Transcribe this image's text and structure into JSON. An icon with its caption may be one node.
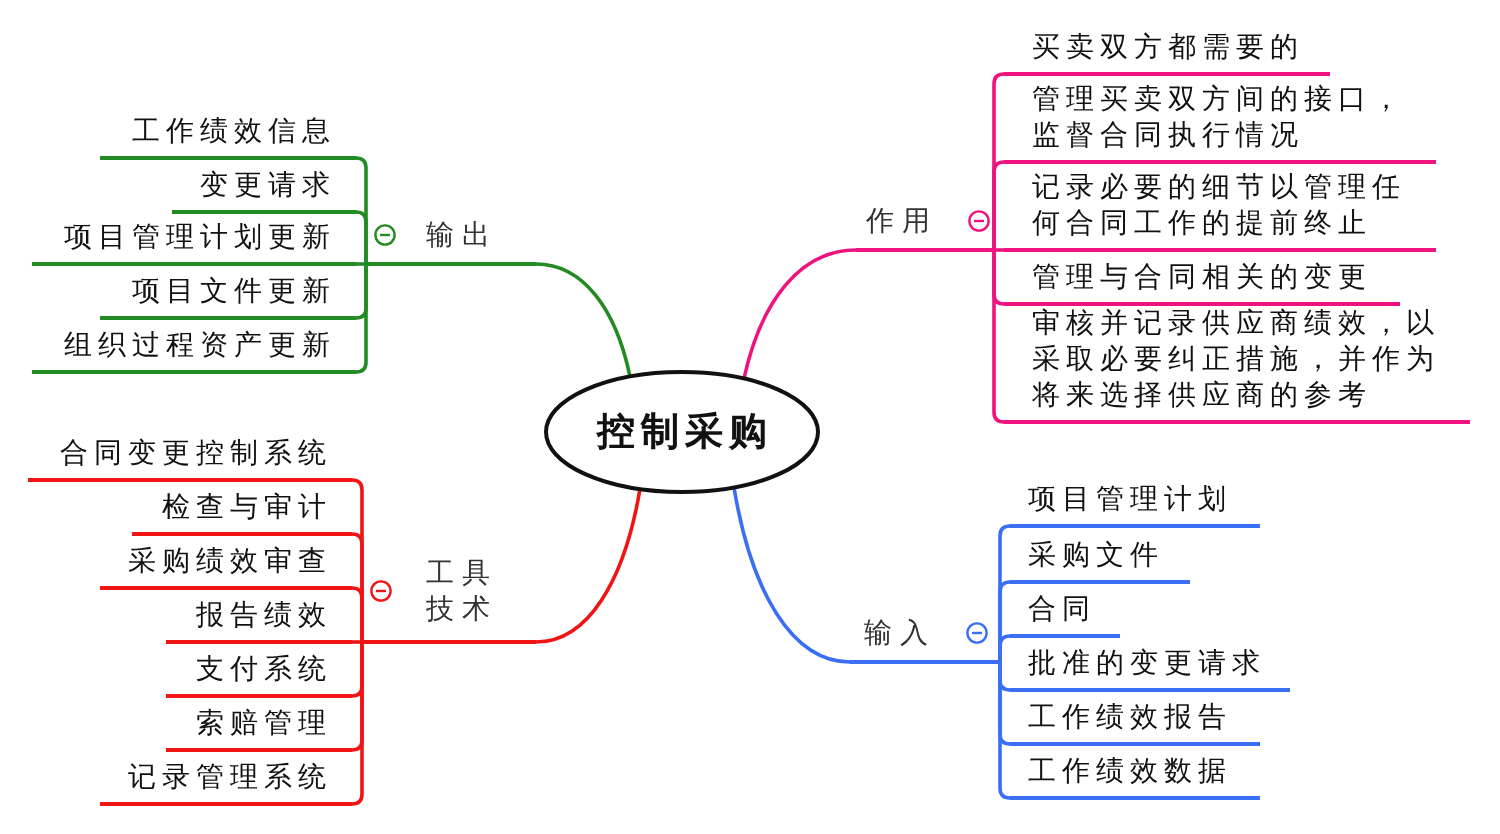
{
  "diagram": {
    "nodes": [
      {
        "text": [
          "控制采购"
        ]
      },
      {
        "text": [
          "输出"
        ]
      },
      {
        "text": [
          "工作绩效信息"
        ]
      },
      {
        "text": [
          "变更请求"
        ]
      },
      {
        "text": [
          "项目管理计划更新"
        ]
      },
      {
        "text": [
          "项目文件更新"
        ]
      },
      {
        "text": [
          "组织过程资产更新"
        ]
      },
      {
        "text": [
          "作用"
        ]
      },
      {
        "text": [
          "买卖双方都需要的"
        ]
      },
      {
        "text": [
          "管理买卖双方间的接口，监督合同执行情况"
        ]
      },
      {
        "text": [
          "记录必要的细节以管理任何合同工作的提前终止"
        ]
      },
      {
        "text": [
          "管理与合同相关的变更"
        ]
      },
      {
        "text": [
          "审核并记录供应商绩效，以采取必要纠正措施，并作为将来选择供应商的参考"
        ]
      },
      {
        "text": [
          "工具技术"
        ]
      },
      {
        "text": [
          "合同变更控制系统"
        ]
      },
      {
        "text": [
          "检查与审计"
        ]
      },
      {
        "text": [
          "采购绩效审查"
        ]
      },
      {
        "text": [
          "报告绩效"
        ]
      },
      {
        "text": [
          "支付系统"
        ]
      },
      {
        "text": [
          "索赔管理"
        ]
      },
      {
        "text": [
          "记录管理系统"
        ]
      },
      {
        "text": [
          "输入"
        ]
      },
      {
        "text": [
          "项目管理计划"
        ]
      },
      {
        "text": [
          "采购文件"
        ]
      },
      {
        "text": [
          "合同"
        ]
      },
      {
        "text": [
          "批准的变更请求"
        ]
      },
      {
        "text": [
          "工作绩效报告"
        ]
      },
      {
        "text": [
          "工作绩效数据"
        ]
      }
    ],
    "edges": [
      {
        "from": 0,
        "to": 1,
        "arrow": "none",
        "color": "#228b22"
      },
      {
        "from": 1,
        "to": 2,
        "arrow": "none",
        "color": "#228b22"
      },
      {
        "from": 1,
        "to": 3,
        "arrow": "none",
        "color": "#228b22"
      },
      {
        "from": 1,
        "to": 4,
        "arrow": "none",
        "color": "#228b22"
      },
      {
        "from": 1,
        "to": 5,
        "arrow": "none",
        "color": "#228b22"
      },
      {
        "from": 1,
        "to": 6,
        "arrow": "none",
        "color": "#228b22"
      },
      {
        "from": 0,
        "to": 7,
        "arrow": "none",
        "color": "#f0127e"
      },
      {
        "from": 7,
        "to": 8,
        "arrow": "none",
        "color": "#f0127e"
      },
      {
        "from": 7,
        "to": 9,
        "arrow": "none",
        "color": "#f0127e"
      },
      {
        "from": 7,
        "to": 10,
        "arrow": "none",
        "color": "#f0127e"
      },
      {
        "from": 7,
        "to": 11,
        "arrow": "none",
        "color": "#f0127e"
      },
      {
        "from": 7,
        "to": 12,
        "arrow": "none",
        "color": "#f0127e"
      },
      {
        "from": 0,
        "to": 13,
        "arrow": "none",
        "color": "#f01414"
      },
      {
        "from": 13,
        "to": 14,
        "arrow": "none",
        "color": "#f01414"
      },
      {
        "from": 13,
        "to": 15,
        "arrow": "none",
        "color": "#f01414"
      },
      {
        "from": 13,
        "to": 16,
        "arrow": "none",
        "color": "#f01414"
      },
      {
        "from": 13,
        "to": 17,
        "arrow": "none",
        "color": "#f01414"
      },
      {
        "from": 13,
        "to": 18,
        "arrow": "none",
        "color": "#f01414"
      },
      {
        "from": 13,
        "to": 19,
        "arrow": "none",
        "color": "#f01414"
      },
      {
        "from": 13,
        "to": 20,
        "arrow": "none",
        "color": "#f01414"
      },
      {
        "from": 0,
        "to": 21,
        "arrow": "none",
        "color": "#3a6ff5"
      },
      {
        "from": 21,
        "to": 22,
        "arrow": "none",
        "color": "#3a6ff5"
      },
      {
        "from": 21,
        "to": 23,
        "arrow": "none",
        "color": "#3a6ff5"
      },
      {
        "from": 21,
        "to": 24,
        "arrow": "none",
        "color": "#3a6ff5"
      },
      {
        "from": 21,
        "to": 25,
        "arrow": "none",
        "color": "#3a6ff5"
      },
      {
        "from": 21,
        "to": 26,
        "arrow": "none",
        "color": "#3a6ff5"
      },
      {
        "from": 21,
        "to": 27,
        "arrow": "none",
        "color": "#3a6ff5"
      }
    ]
  }
}
